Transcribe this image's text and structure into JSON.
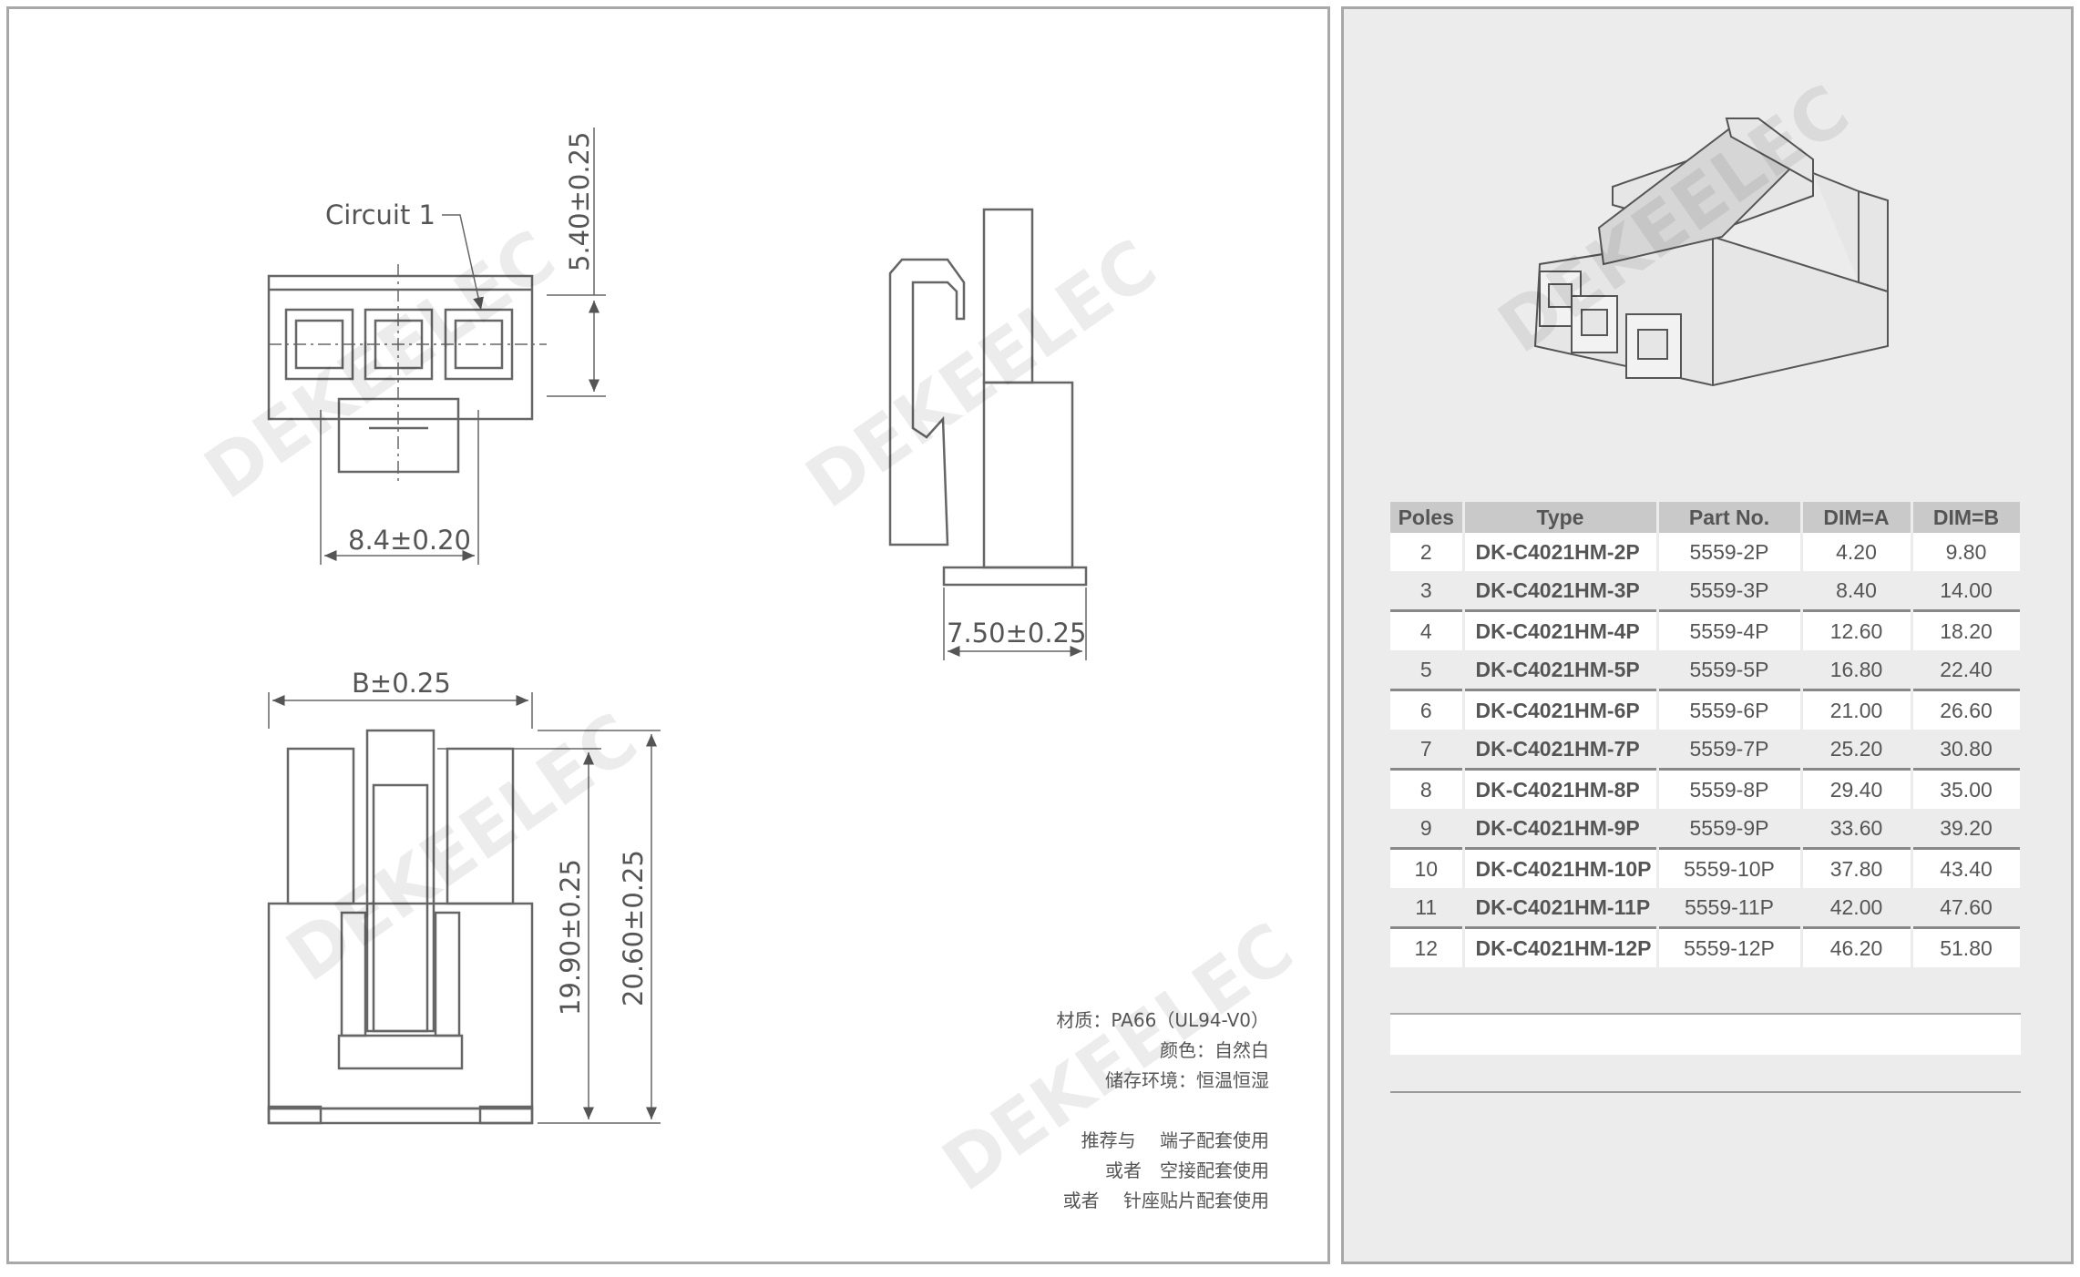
{
  "watermark": "DEKEELEC",
  "top_view": {
    "circuit_label": "Circuit 1",
    "height_dim": "5.40±0.25",
    "width_dim": "8.4±0.20"
  },
  "side_view": {
    "width_dim": "7.50±0.25"
  },
  "front_view": {
    "width_dim": "B±0.25",
    "height_dim_inner": "19.90±0.25",
    "height_dim_outer": "20.60±0.25"
  },
  "notes": {
    "material": "材质：PA66（UL94-V0）",
    "color": "颜色：自然白",
    "storage": "储存环境：恒温恒湿",
    "rec1": "推荐与　 端子配套使用",
    "rec2": "或者　空接配套使用",
    "rec3": "或者　 针座贴片配套使用"
  },
  "table": {
    "headers": [
      "Poles",
      "Type",
      "Part No.",
      "DIM=A",
      "DIM=B"
    ],
    "rows": [
      [
        "2",
        "DK-C4021HM-2P",
        "5559-2P",
        "4.20",
        "9.80"
      ],
      [
        "3",
        "DK-C4021HM-3P",
        "5559-3P",
        "8.40",
        "14.00"
      ],
      [
        "4",
        "DK-C4021HM-4P",
        "5559-4P",
        "12.60",
        "18.20"
      ],
      [
        "5",
        "DK-C4021HM-5P",
        "5559-5P",
        "16.80",
        "22.40"
      ],
      [
        "6",
        "DK-C4021HM-6P",
        "5559-6P",
        "21.00",
        "26.60"
      ],
      [
        "7",
        "DK-C4021HM-7P",
        "5559-7P",
        "25.20",
        "30.80"
      ],
      [
        "8",
        "DK-C4021HM-8P",
        "5559-8P",
        "29.40",
        "35.00"
      ],
      [
        "9",
        "DK-C4021HM-9P",
        "5559-9P",
        "33.60",
        "39.20"
      ],
      [
        "10",
        "DK-C4021HM-10P",
        "5559-10P",
        "37.80",
        "43.40"
      ],
      [
        "11",
        "DK-C4021HM-11P",
        "5559-11P",
        "42.00",
        "47.60"
      ],
      [
        "12",
        "DK-C4021HM-12P",
        "5559-12P",
        "46.20",
        "51.80"
      ]
    ]
  }
}
